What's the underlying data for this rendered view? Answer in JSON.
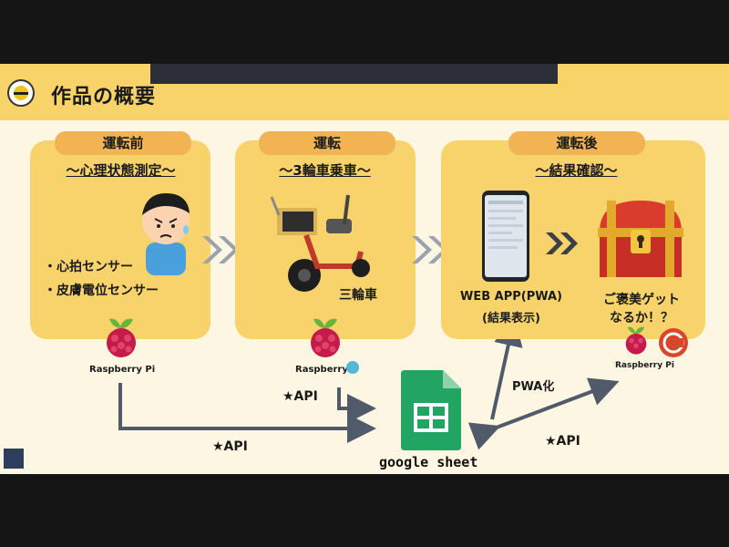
{
  "slide": {
    "title": "作品の概要",
    "sections": [
      {
        "header": "運転前",
        "subtitle": "〜心理状態測定〜",
        "items": [
          "・心拍センサー",
          "・皮膚電位センサー"
        ],
        "device": "Raspberry Pi"
      },
      {
        "header": "運転",
        "subtitle": "〜3輪車乗車〜",
        "items": [
          "三輪車"
        ],
        "device": "Raspberry"
      },
      {
        "header": "運転後",
        "subtitle": "〜結果確認〜",
        "items": [
          "WEB APP(PWA)",
          "(結果表示)",
          "ご褒美ゲット",
          "なるか！？"
        ],
        "device": "Raspberry Pi"
      }
    ],
    "center": {
      "label": "google sheet"
    },
    "arrows": {
      "api_left": "★API",
      "api_mid": "★API",
      "api_right": "★API",
      "pwa": "PWA化"
    }
  },
  "colors": {
    "header": "#f7d36a",
    "panel": "#f8d36c",
    "pill": "#f2b353",
    "background": "#fdf6e3",
    "sheets_green": "#22a463",
    "raspberry": "#c51a4a"
  }
}
